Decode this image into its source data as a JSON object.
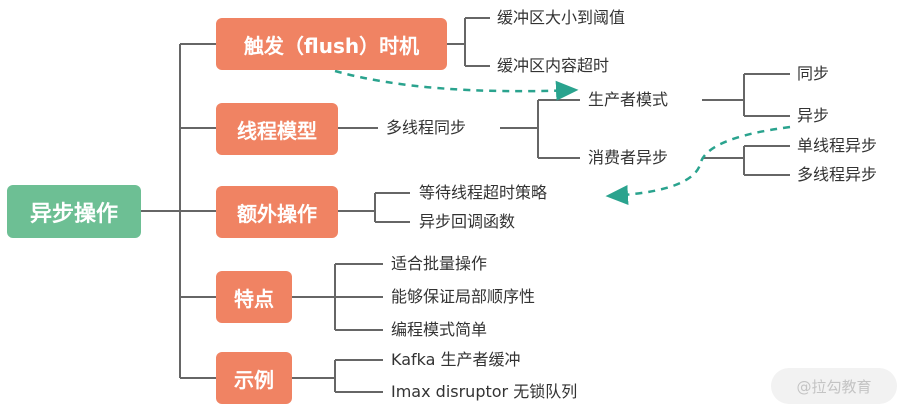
{
  "root": {
    "label": "异步操作"
  },
  "categories": [
    {
      "label": "触发（flush）时机",
      "items": [
        "缓冲区大小到阈值",
        "缓冲区内容超时"
      ]
    },
    {
      "label": "线程模型",
      "items": [
        "多线程同步"
      ],
      "sub": {
        "producer": "生产者模式",
        "consumer": "消费者异步",
        "producer_items": [
          "同步",
          "异步"
        ],
        "consumer_items": [
          "单线程异步",
          "多线程异步"
        ]
      }
    },
    {
      "label": "额外操作",
      "items": [
        "等待线程超时策略",
        "异步回调函数"
      ]
    },
    {
      "label": "特点",
      "items": [
        "适合批量操作",
        "能够保证局部顺序性",
        "编程模式简单"
      ]
    },
    {
      "label": "示例",
      "items": [
        "Kafka 生产者缓冲",
        "Imax disruptor 无锁队列"
      ]
    }
  ],
  "watermark": "@拉勾教育",
  "colors": {
    "root": "#6dbf94",
    "category": "#f08363",
    "line": "#666666",
    "dashed": "#2aa38e"
  }
}
